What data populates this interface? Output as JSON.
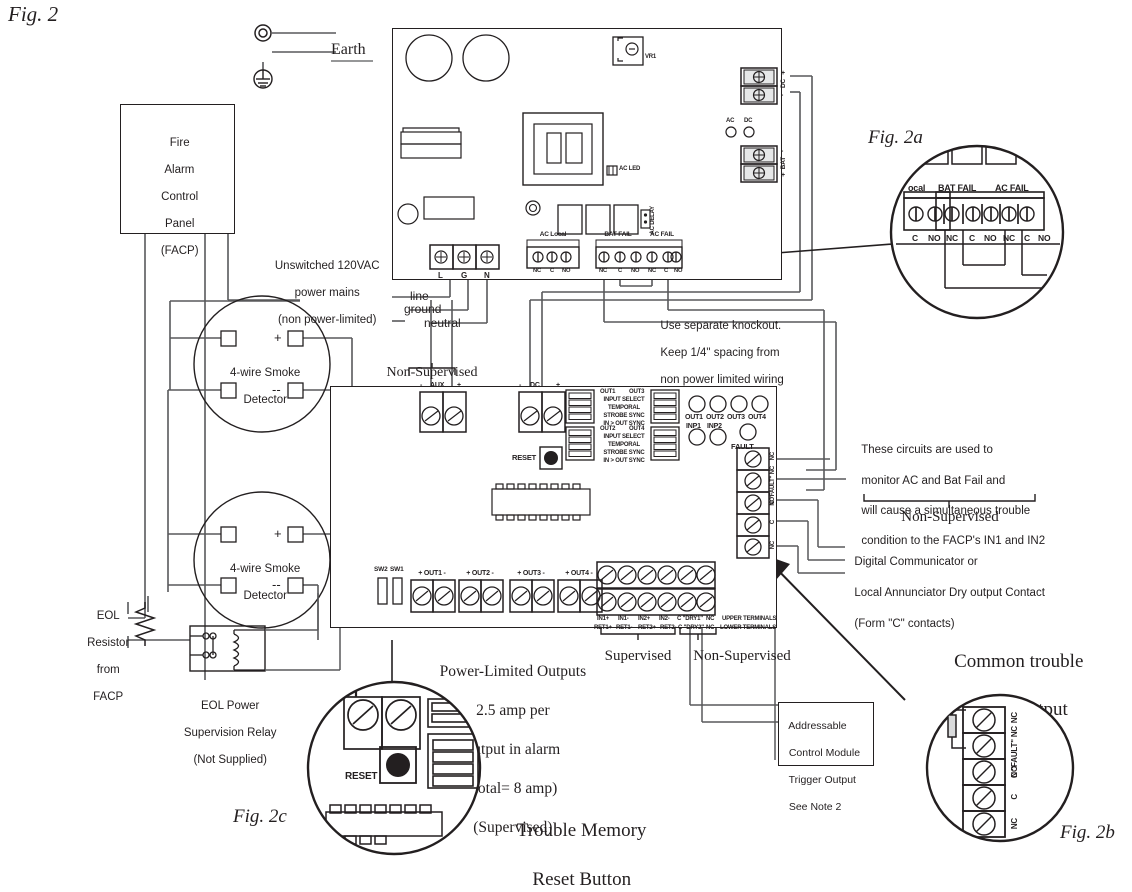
{
  "figure": {
    "main_label": "Fig. 2",
    "detail_a_label": "Fig. 2a",
    "detail_b_label": "Fig. 2b",
    "detail_c_label": "Fig. 2c"
  },
  "colors": {
    "ink": "#231f20",
    "line": "#58595b",
    "board_stroke": "#231f20",
    "white": "#ffffff"
  },
  "facp": {
    "lines": [
      "Fire",
      "Alarm",
      "Control",
      "Panel",
      "(FACP)"
    ]
  },
  "earth": {
    "label": "Earth"
  },
  "mains": {
    "note_lines": [
      "Unswitched 120VAC",
      "power mains",
      "(non power-limited)"
    ],
    "wire_labels": [
      "line",
      "ground",
      "neutral"
    ],
    "terminal_labels": [
      "L",
      "G",
      "N"
    ]
  },
  "knockout_note": {
    "lines": [
      "Use separate knockout.",
      "Keep 1/4\" spacing from",
      "non power limited wiring"
    ]
  },
  "smoke_detectors": [
    {
      "lines": [
        "4-wire Smoke",
        "Detector"
      ],
      "plus": "+",
      "minus": "--"
    },
    {
      "lines": [
        "4-wire Smoke",
        "Detector"
      ],
      "plus": "+",
      "minus": "--"
    }
  ],
  "eol": {
    "resistor_lines": [
      "EOL",
      "Resistor",
      "from",
      "FACP"
    ],
    "relay_lines": [
      "EOL Power",
      "Supervision Relay",
      "(Not Supplied)"
    ]
  },
  "power_board": {
    "vr1": "VR1",
    "ac_led": "AC LED",
    "ac_delay": "AC DELAY",
    "led_ac": "AC",
    "led_dc": "DC",
    "dc_terminal": {
      "name": "DC",
      "plus": "+",
      "minus": "-"
    },
    "bat_terminal": {
      "name": "BAT",
      "plus": "+",
      "minus": "-"
    },
    "relay_groups": [
      {
        "title": "AC Local",
        "pins": [
          "NC",
          "C",
          "NO"
        ]
      },
      {
        "title": "BAT FAIL",
        "pins": [
          "NC",
          "C",
          "NO"
        ]
      },
      {
        "title": "AC FAIL",
        "pins": [
          "NC",
          "C",
          "NO"
        ]
      }
    ]
  },
  "sync_board": {
    "non_supervised_label": "Non-Supervised",
    "aux_terminal": {
      "name": "AUX",
      "minus": "-",
      "plus": "+"
    },
    "dc_terminal": {
      "name": "DC",
      "minus": "-",
      "plus": "+"
    },
    "reset_label": "RESET",
    "dip_banks": [
      {
        "left": "OUT1",
        "right": "OUT3",
        "rows": [
          "INPUT SELECT",
          "TEMPORAL",
          "STROBE SYNC",
          "IN > OUT SYNC"
        ]
      },
      {
        "left": "OUT2",
        "right": "OUT4",
        "rows": [
          "INPUT SELECT",
          "TEMPORAL",
          "STROBE SYNC",
          "IN > OUT SYNC"
        ]
      }
    ],
    "leds": [
      "OUT1",
      "OUT2",
      "OUT3",
      "OUT4"
    ],
    "inputs_leds": [
      "INP1",
      "INP2"
    ],
    "fault_led": "FAULT",
    "fault_terminal_pins": [
      "NC",
      "C \"FAULT\" NC",
      "NO",
      "C",
      "NC"
    ],
    "switch_labels": [
      "SW2",
      "SW1"
    ],
    "output_terminals": [
      {
        "label": "+ OUT1 -"
      },
      {
        "label": "+ OUT2 -"
      },
      {
        "label": "+ OUT3 -"
      },
      {
        "label": "+ OUT4 -"
      }
    ],
    "io_terminal": {
      "upper_row": [
        "IN1+",
        "IN1-",
        "IN2+",
        "IN2-",
        "C \"DRY1\"",
        "NC"
      ],
      "lower_row": [
        "RET1+",
        "RET1-",
        "RET2+",
        "RET2-",
        "C \"DRY2\"",
        "NC"
      ],
      "upper_suffix": "UPPER TERMINALS",
      "lower_suffix": "LOWER TERMINALS"
    },
    "bracket_labels": {
      "supervised": "Supervised",
      "non_supervised": "Non-Supervised"
    }
  },
  "captions": {
    "power_limited": [
      "Power-Limited Outputs",
      "2.5 amp per",
      "output in alarm",
      "(total= 8 amp)",
      "(Supervised)"
    ],
    "trouble_memory": [
      "Trouble Memory",
      "Reset Button"
    ],
    "common_trouble": [
      "Common trouble",
      "Input/Output"
    ]
  },
  "notes": {
    "monitor_circuits": [
      "These circuits are used to",
      "monitor AC and Bat Fail and",
      "will cause a simultaneous trouble",
      "condition to the FACP's IN1 and IN2"
    ],
    "monitor_bracket_label": "Non-Supervised",
    "dry_contact": [
      "Digital Communicator or",
      "Local Annunciator Dry output Contact",
      "(Form \"C\" contacts)"
    ],
    "addressable_module": [
      "Addressable",
      "Control Module",
      "Trigger Output",
      "See Note 2"
    ]
  },
  "detail_a": {
    "group_labels": [
      "ocal",
      "BAT FAIL",
      "AC FAIL"
    ],
    "pins_local": [
      "C",
      "NO"
    ],
    "pins_bat": [
      "NC",
      "C",
      "NO"
    ],
    "pins_ac": [
      "NC",
      "C",
      "NO"
    ]
  },
  "detail_b": {
    "pins": [
      "NC",
      "C \"FAULT\" NC",
      "NO",
      "C",
      "NC"
    ]
  },
  "detail_c": {
    "reset_label": "RESET"
  }
}
